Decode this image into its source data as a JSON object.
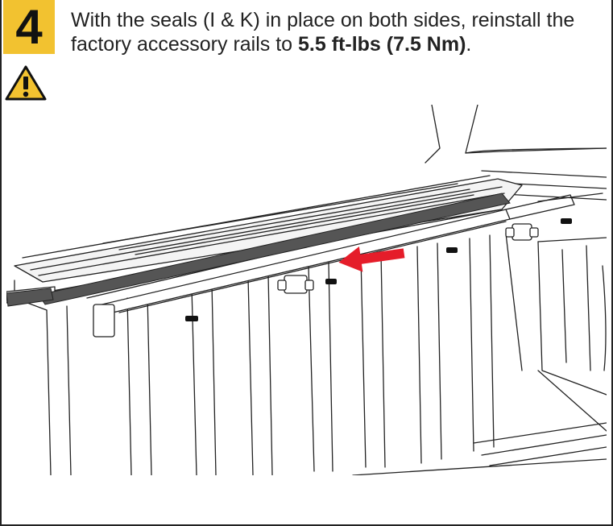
{
  "step": {
    "number": "4",
    "text_before": "With the seals (I & K) in place on both sides, reinstall the factory accessory rails to ",
    "torque_value": "5.5 ft-lbs (7.5 Nm)",
    "text_after": "."
  },
  "icons": {
    "warning": "warning-triangle-icon",
    "arrow": "red-arrow-icon"
  },
  "colors": {
    "badge": "#f2c230",
    "warning": "#f2c230",
    "arrow": "#e51d2a"
  }
}
